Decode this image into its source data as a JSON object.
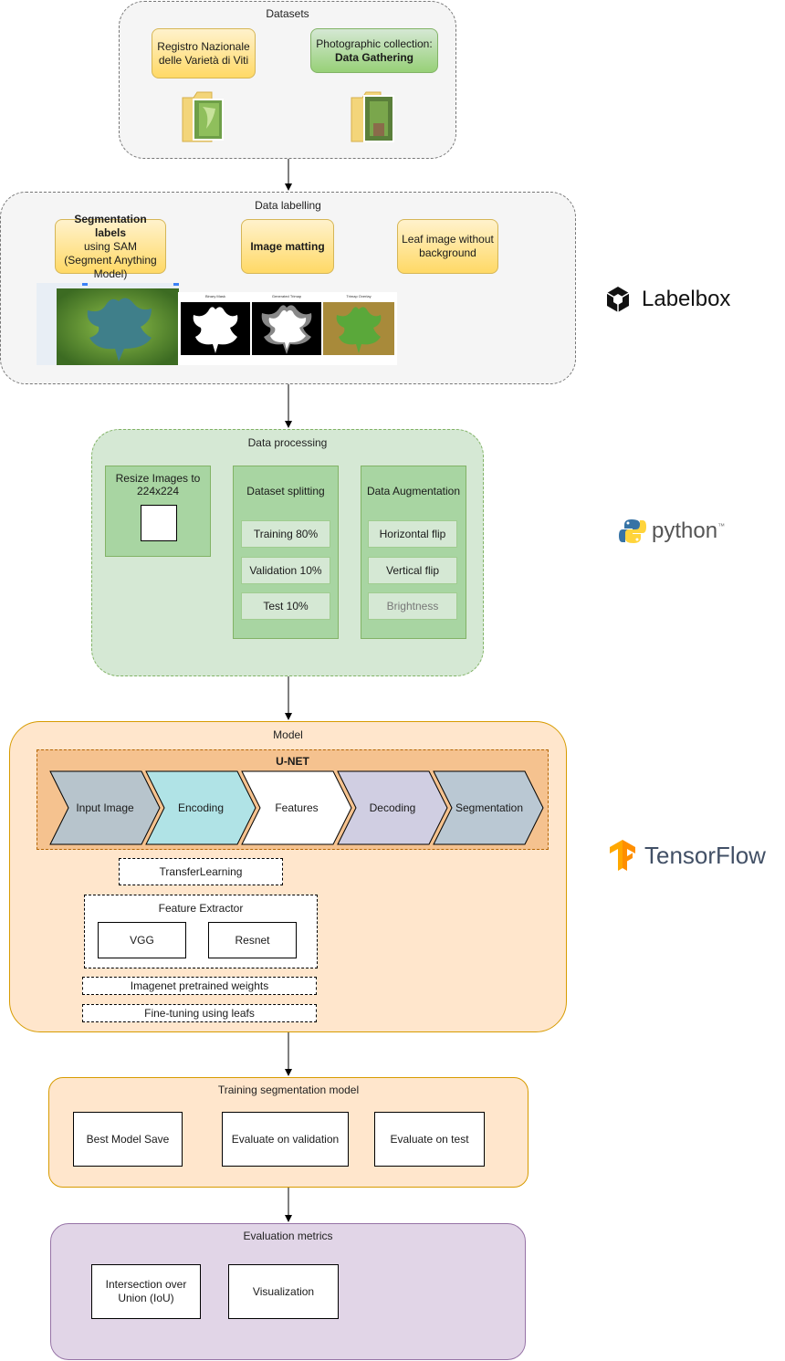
{
  "datasets": {
    "title": "Datasets",
    "registro": "Registro Nazionale delle Varietà di Viti",
    "photo_line1": "Photographic collection:",
    "photo_line2": "Data Gathering"
  },
  "labelling": {
    "title": "Data labelling",
    "seg_bold": "Segmentation labels",
    "seg_rest": "using SAM (Segment Anything Model)",
    "matting": "Image matting",
    "leaf": "Leaf image without background",
    "thumb1": "Binary Mask",
    "thumb2": "Generated Trimap",
    "thumb3": "Trimap Overlay"
  },
  "processing": {
    "title": "Data processing",
    "resize": "Resize Images to 224x224",
    "split_title": "Dataset splitting",
    "split_items": [
      "Training 80%",
      "Validation 10%",
      "Test 10%"
    ],
    "aug_title": "Data Augmentation",
    "aug_items": [
      "Horizontal flip",
      "Vertical flip",
      "Brightness"
    ]
  },
  "model": {
    "title": "Model",
    "unet": "U-NET",
    "steps": [
      {
        "label": "Input Image",
        "color": "#b7c4cc"
      },
      {
        "label": "Encoding",
        "color": "#b0e3e6"
      },
      {
        "label": "Features",
        "color": "#ffffff"
      },
      {
        "label": "Decoding",
        "color": "#d0cee2"
      },
      {
        "label": "Segmentation",
        "color": "#bac8d3"
      }
    ],
    "transfer": "TransferLearning",
    "extractor": "Feature Extractor",
    "vgg": "VGG",
    "resnet": "Resnet",
    "imagenet": "Imagenet pretrained weights",
    "finetune": "Fine-tuning using leafs"
  },
  "training": {
    "title": "Training segmentation model",
    "items": [
      "Best Model Save",
      "Evaluate on validation",
      "Evaluate on test"
    ]
  },
  "evaluation": {
    "title": "Evaluation metrics",
    "iou": "Intersection over Union (IoU)",
    "vis": "Visualization"
  },
  "logos": {
    "labelbox": "Labelbox",
    "python": "python",
    "python_tm": "™",
    "tensorflow": "TensorFlow"
  }
}
